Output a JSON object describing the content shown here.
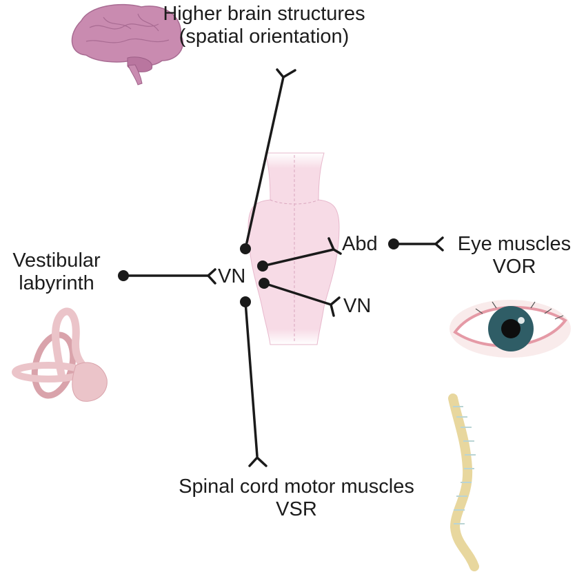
{
  "labels": {
    "higher_brain_line1": "Higher brain structures",
    "higher_brain_line2": "(spatial orientation)",
    "vestibular_line1": "Vestibular",
    "vestibular_line2": "labyrinth",
    "vn_left": "VN",
    "abd": "Abd",
    "vn_right": "VN",
    "eye_line1": "Eye muscles",
    "eye_line2": "VOR",
    "spinal_line1": "Spinal cord motor muscles",
    "spinal_line2": "VSR"
  },
  "illustrations": {
    "brain": "brain-icon",
    "brainstem": "brainstem-icon",
    "inner_ear": "inner-ear-icon",
    "eye": "eye-icon",
    "spine": "spine-icon"
  },
  "colors": {
    "line": "#1a1a1a",
    "brain": "#c98bb0",
    "brainstem": "#f7dbe6",
    "inner_ear": "#ebc4c9",
    "iris": "#2f5d66",
    "spine": "#e8d79e"
  }
}
